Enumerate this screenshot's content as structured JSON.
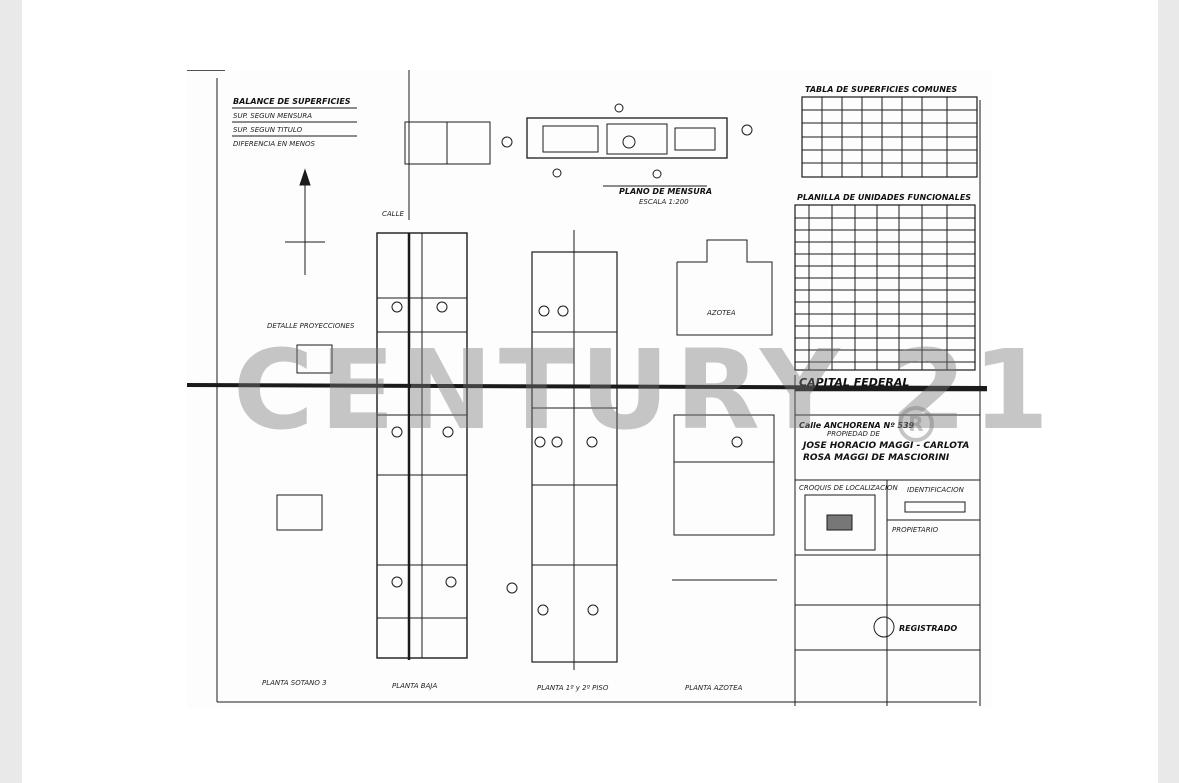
{
  "document": {
    "balance_title": "BALANCE DE SUPERFICIES",
    "balance_lines": [
      "SUP. SEGUN MENSURA",
      "SUP. SEGUN TITULO",
      "DIFERENCIA EN MENOS"
    ],
    "plano_mensura": "PLANO DE MENSURA",
    "escala": "ESCALA 1:200",
    "calle": "CALLE",
    "tabla_superficies_title": "TABLA DE SUPERFICIES COMUNES",
    "planilla_title": "PLANILLA DE UNIDADES FUNCIONALES",
    "capital_federal": "CAPITAL FEDERAL",
    "calle_direccion": "Calle ANCHORENA Nº 539",
    "propiedad_de": "PROPIEDAD DE",
    "propietarios": [
      "JOSE HORACIO MAGGI - CARLOTA",
      "ROSA MAGGI DE MASCIORINI"
    ],
    "croquis": "CROQUIS DE LOCALIZACION",
    "identificacion": "IDENTIFICACION",
    "propietario_label": "PROPIETARIO",
    "registrado": "REGISTRADO",
    "azotea": "AZOTEA",
    "plantas": [
      "PLANTA SOTANO 3",
      "PLANTA BAJA",
      "PLANTA 1º y 2º PISO",
      "PLANTA AZOTEA"
    ],
    "detalle": "DETALLE PROYECCIONES"
  },
  "watermark": {
    "text": "CENTURY 21",
    "reg": "R"
  },
  "colors": {
    "ink": "#1a1a1a",
    "paper": "#fdfdfd",
    "watermark": "#787878"
  }
}
